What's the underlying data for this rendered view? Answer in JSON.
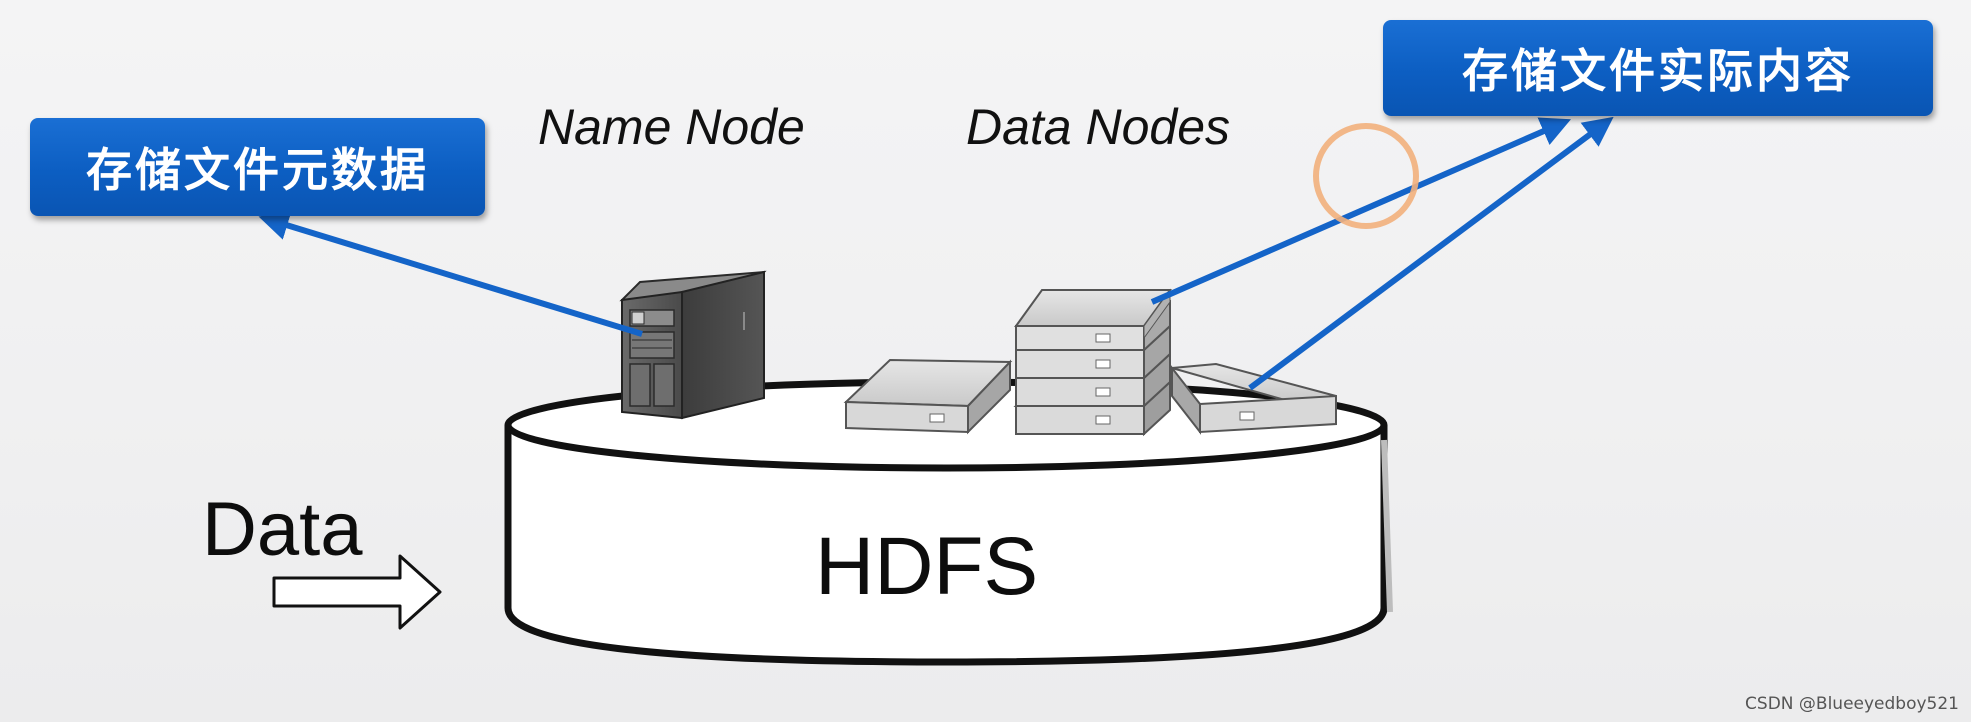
{
  "callouts": {
    "metadata": "存储文件元数据",
    "content": "存储文件实际内容"
  },
  "labels": {
    "name_node": "Name Node",
    "data_nodes": "Data Nodes",
    "data": "Data",
    "hdfs": "HDFS"
  },
  "watermark": "CSDN @Blueeyedboy521",
  "colors": {
    "callout_blue": "#0c5ec2",
    "arrow_blue": "#1464c8",
    "highlight_ring": "#f2b07c"
  }
}
